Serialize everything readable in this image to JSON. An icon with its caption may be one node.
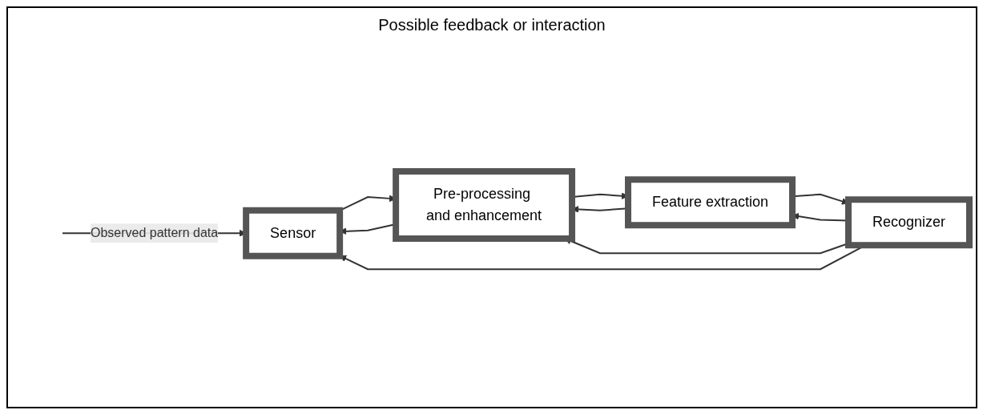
{
  "diagram": {
    "nodes": [
      {
        "text": [
          "Sensor"
        ]
      },
      {
        "text": [
          "Pre-processing and enhancement"
        ]
      },
      {
        "text": [
          "Feature extraction"
        ]
      },
      {
        "text": [
          "Recognizer"
        ]
      }
    ],
    "edges": [
      {
        "from": null,
        "to": 0,
        "arrow": "to",
        "label": "Observed pattern data"
      },
      {
        "from": 0,
        "to": 1,
        "arrow": "to"
      },
      {
        "from": 1,
        "to": 2,
        "arrow": "to"
      },
      {
        "from": 2,
        "to": 3,
        "arrow": "to"
      },
      {
        "from": 1,
        "to": 0,
        "arrow": "to"
      },
      {
        "from": 2,
        "to": 1,
        "arrow": "to"
      },
      {
        "from": 3,
        "to": 2,
        "arrow": "to"
      },
      {
        "from": 3,
        "to": 1,
        "arrow": "to"
      },
      {
        "from": 3,
        "to": 0,
        "arrow": "to"
      }
    ],
    "labels": [
      "Possible feedback or interaction"
    ]
  }
}
